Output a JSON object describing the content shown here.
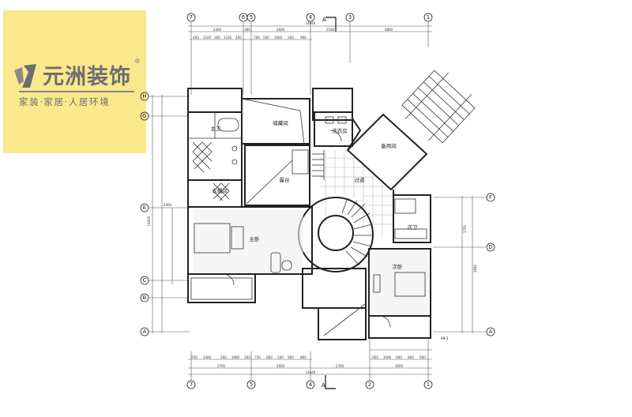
{
  "logo": {
    "brand": "元洲装饰",
    "slogan": "家装·家居·人居环境",
    "registered": "®",
    "background": "#f9e88c"
  },
  "rooms": {
    "master_bath": "主卫",
    "closet": "衣帽间",
    "storage": "储藏间",
    "terrace": "露台",
    "laundry": "洗衣房",
    "spare": "备用间",
    "corridor": "过道",
    "master_bedroom": "主卧",
    "second_bath": "次卫",
    "second_bedroom": "次卧"
  },
  "axes": {
    "top": [
      "7",
      "6",
      "5",
      "4",
      "3",
      "1"
    ],
    "bottom": [
      "7",
      "5",
      "4",
      "2",
      "1"
    ],
    "left": [
      "H",
      "G",
      "E",
      "C",
      "B",
      "A"
    ],
    "right": [
      "F",
      "D",
      "A"
    ],
    "section_mark": "A",
    "section_ref": "A9-3"
  },
  "dimensions": {
    "top_total": "14640",
    "top_main": [
      "3300",
      "300",
      "3600",
      "2500",
      "4800"
    ],
    "top_detail": [
      "400",
      "1100",
      "300",
      "1100",
      "400",
      "700",
      "500",
      "1000",
      "500",
      "900"
    ],
    "bottom_total": "14640",
    "bottom_main": [
      "2700",
      "3600",
      "2700",
      "3600"
    ],
    "bottom_detail": [
      "250",
      "1400",
      "500",
      "1000",
      "500",
      "750",
      "800",
      "500",
      "900",
      "800"
    ],
    "bottom_right": [
      "600",
      "1000",
      "600",
      "800",
      "600"
    ],
    "left_total": "14640",
    "left_mid": "2400",
    "right_main": [
      "1750",
      "3840"
    ]
  }
}
